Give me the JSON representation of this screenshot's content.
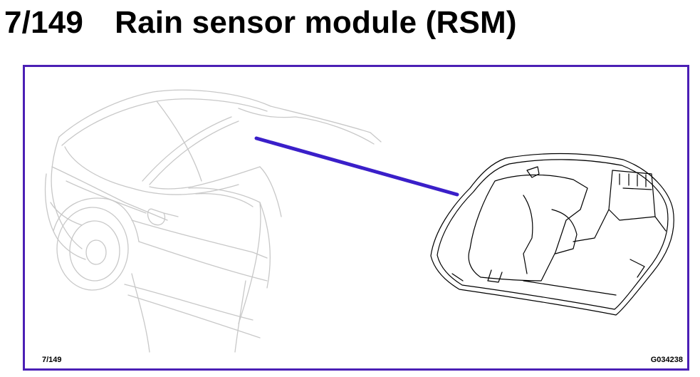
{
  "header": {
    "section_number": "7/149",
    "title": "Rain sensor module (RSM)"
  },
  "figure": {
    "caption_left": "7/149",
    "caption_right": "G034238",
    "frame_color": "#4b1fb5",
    "leader_color": "#3a1fc9",
    "car_line_color": "#c8c8c8",
    "sensor_line_color": "#000000"
  }
}
